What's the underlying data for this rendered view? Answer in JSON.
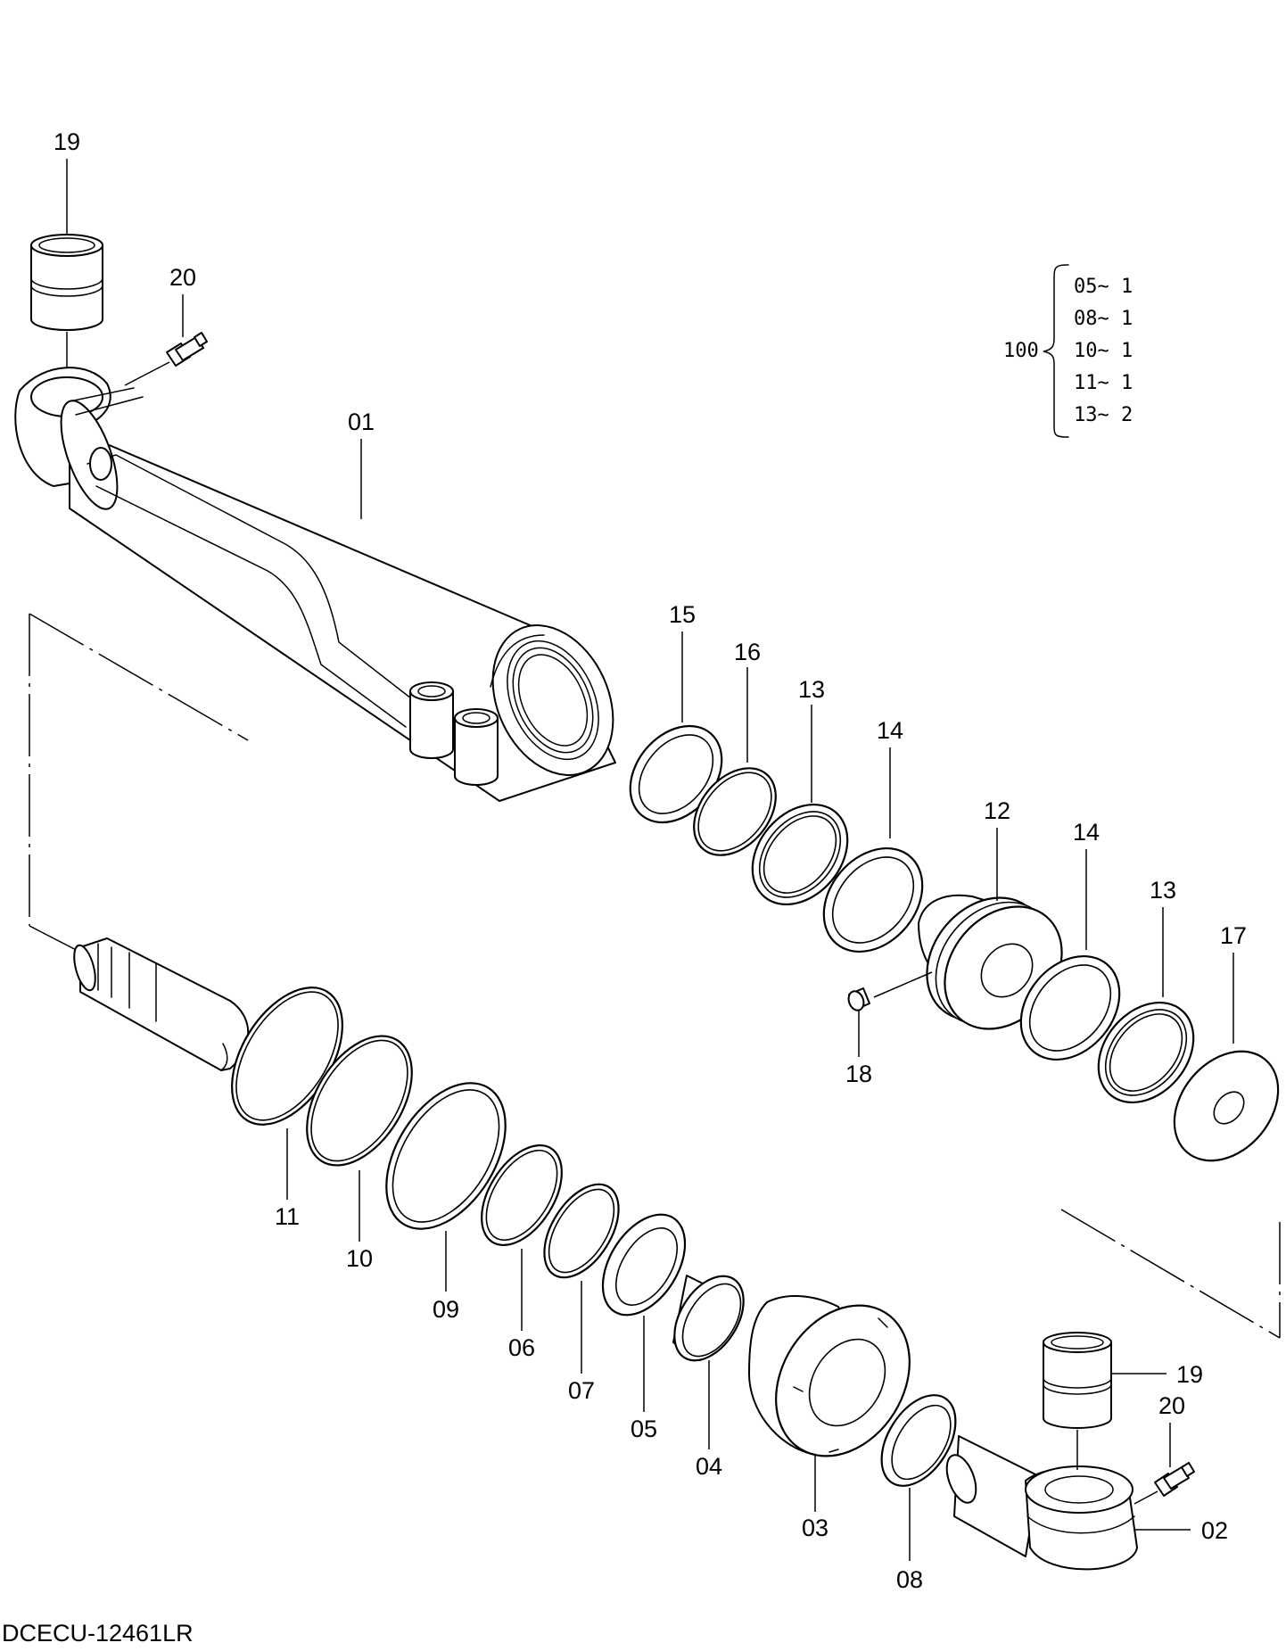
{
  "diagram_code": "DCECU-12461LR",
  "kit": {
    "number": "100",
    "entries": [
      "05~ 1",
      "08~ 1",
      "10~ 1",
      "11~ 1",
      "13~ 2"
    ]
  },
  "callouts": {
    "c01": "01",
    "c02": "02",
    "c03": "03",
    "c04": "04",
    "c05": "05",
    "c06": "06",
    "c07": "07",
    "c08": "08",
    "c09": "09",
    "c10": "10",
    "c11": "11",
    "c12": "12",
    "c13a": "13",
    "c13b": "13",
    "c14a": "14",
    "c14b": "14",
    "c15": "15",
    "c16": "16",
    "c17": "17",
    "c18": "18",
    "c19a": "19",
    "c19b": "19",
    "c20a": "20",
    "c20b": "20"
  }
}
